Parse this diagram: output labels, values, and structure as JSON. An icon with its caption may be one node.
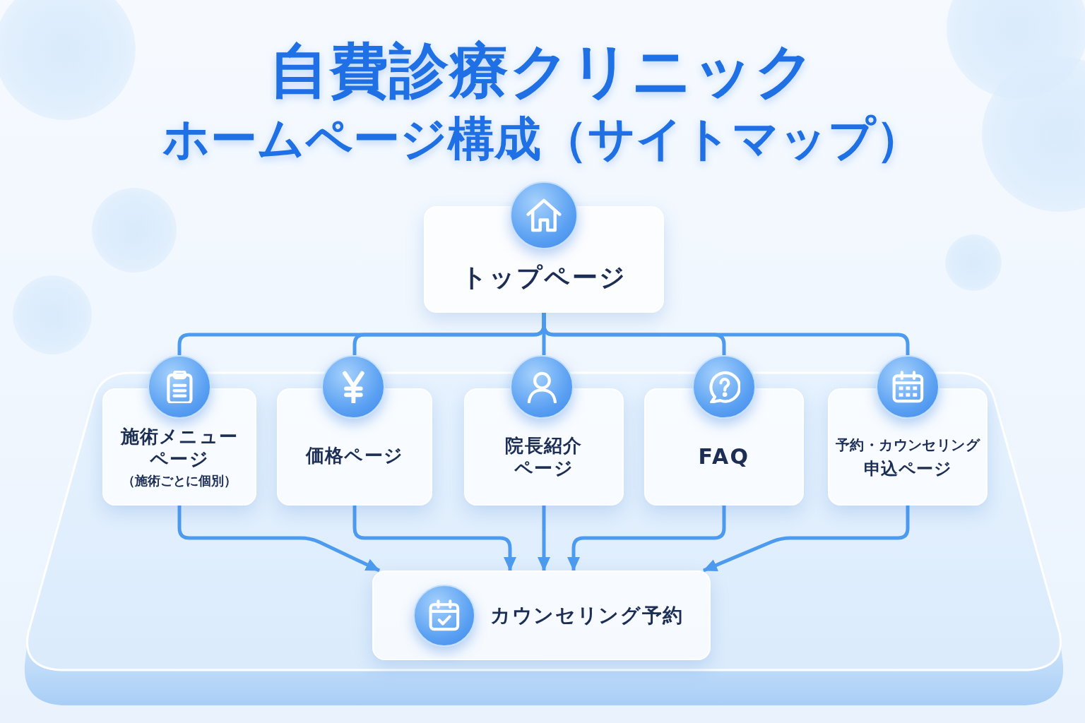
{
  "diagram": {
    "title": "自費診療クリニックホームページ構成（サイトマップ）",
    "nodes": [
      {
        "text": [
          "トップページ"
        ]
      },
      {
        "text": [
          "施術メニューページ",
          "（施術ごとに個別）"
        ]
      },
      {
        "text": [
          "価格ページ"
        ]
      },
      {
        "text": [
          "院長紹介ページ"
        ]
      },
      {
        "text": [
          "FAQ"
        ]
      },
      {
        "text": [
          "予約・カウンセリング申込ページ"
        ]
      },
      {
        "text": [
          "カウンセリング予約"
        ]
      }
    ],
    "edges": [
      {
        "from": 0,
        "to": 1,
        "arrow": "none"
      },
      {
        "from": 0,
        "to": 2,
        "arrow": "none"
      },
      {
        "from": 0,
        "to": 3,
        "arrow": "none"
      },
      {
        "from": 0,
        "to": 4,
        "arrow": "none"
      },
      {
        "from": 0,
        "to": 5,
        "arrow": "none"
      },
      {
        "from": 1,
        "to": 6,
        "arrow": "to"
      },
      {
        "from": 2,
        "to": 6,
        "arrow": "to"
      },
      {
        "from": 3,
        "to": 6,
        "arrow": "to"
      },
      {
        "from": 4,
        "to": 6,
        "arrow": "to"
      },
      {
        "from": 5,
        "to": 6,
        "arrow": "to"
      }
    ]
  }
}
